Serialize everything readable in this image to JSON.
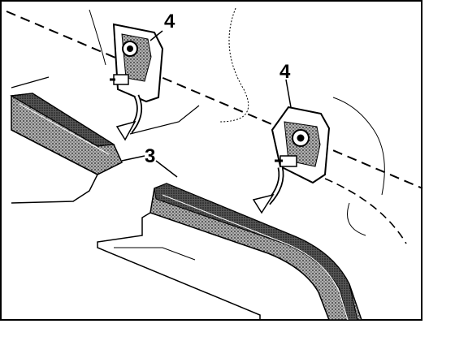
{
  "diagram": {
    "callouts": [
      {
        "id": "clip-upper",
        "label": "4"
      },
      {
        "id": "clip-lower",
        "label": "4"
      },
      {
        "id": "sunroof-seal",
        "label": "3"
      }
    ],
    "colors": {
      "ink": "#000000",
      "paper": "#ffffff",
      "seal_fill": "#8a8a8a",
      "seal_dark": "#3a3a3a"
    }
  }
}
